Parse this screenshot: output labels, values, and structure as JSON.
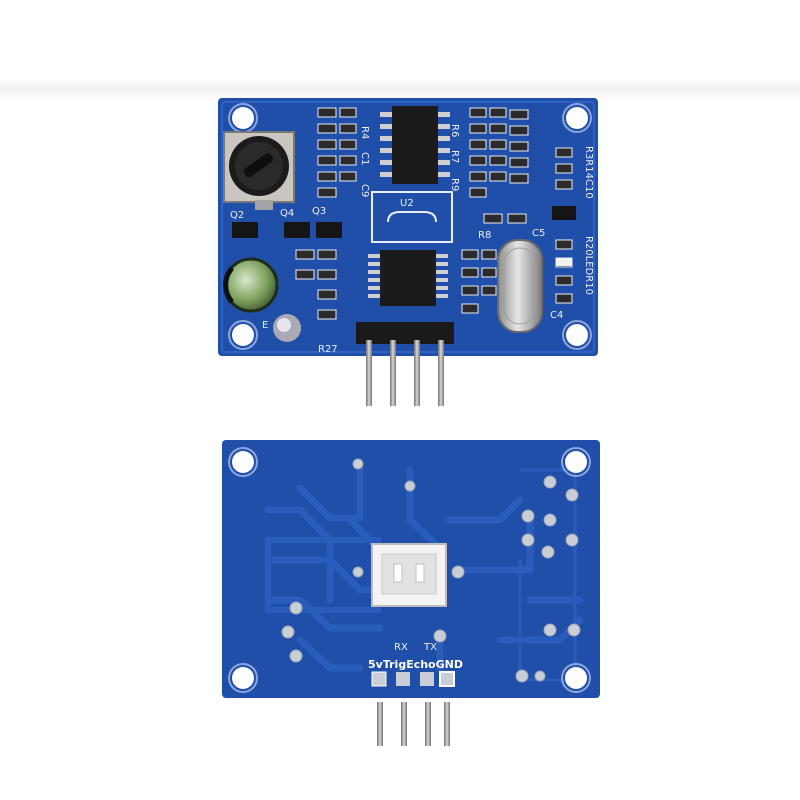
{
  "top_board": {
    "labels": {
      "r4": "R4",
      "c1": "C1",
      "r6": "R6",
      "r7": "R7",
      "r9": "R9",
      "c9": "C9",
      "u2": "U2",
      "q2": "Q2",
      "q4": "Q4",
      "q3": "Q3",
      "r8": "R8",
      "c5": "C5",
      "r3r14c10": "R3R14C10",
      "r20ledr10": "R20LEDR10",
      "c4": "C4",
      "r27": "R27",
      "e": "E"
    }
  },
  "bottom_board": {
    "labels": {
      "rx": "RX",
      "tx": "TX",
      "pins": "5vTrigEchoGND"
    }
  },
  "colors": {
    "pcb": "#1f4fa8",
    "pcb_dark": "#173f8c",
    "trace": "#2a5cbc",
    "silk": "#e9eef8",
    "pin": "#9a9a9a",
    "header": "#1a1a1a"
  }
}
